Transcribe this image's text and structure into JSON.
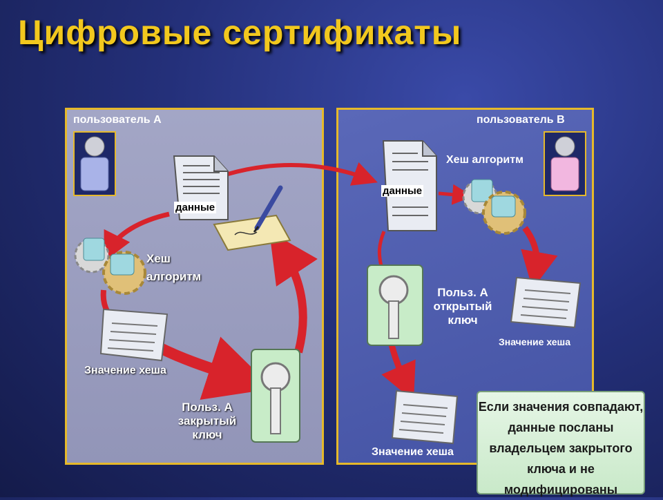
{
  "title": "Цифровые сертификаты",
  "panel_a": {
    "user_label": "пользователь А",
    "data_label": "данные",
    "hash_algo_label": "Хеш\nалгоритм",
    "hash_value_label": "Значение хеша",
    "private_key_label": "Польз. А\nзакрытый\nключ"
  },
  "panel_b": {
    "user_label": "пользователь В",
    "hash_algo_label": "Хеш алгоритм",
    "data_label": "данные",
    "public_key_label": "Польз. А\nоткрытый\nключ",
    "hash_value_label_1": "Значение хеша",
    "hash_value_label_2": "Значение хеша"
  },
  "note": "Если значения совпадают, данные посланы владельцем закрытого ключа и не модифицированы",
  "colors": {
    "title": "#f2c81e",
    "border": "#e6b92a",
    "arrow": "#d8232b",
    "note_bg": "#d6efd6"
  },
  "icons": [
    "user-a-avatar-icon",
    "user-b-avatar-icon",
    "document-icon",
    "pen-icon",
    "gear-database-icon",
    "scroll-icon",
    "key-icon"
  ]
}
